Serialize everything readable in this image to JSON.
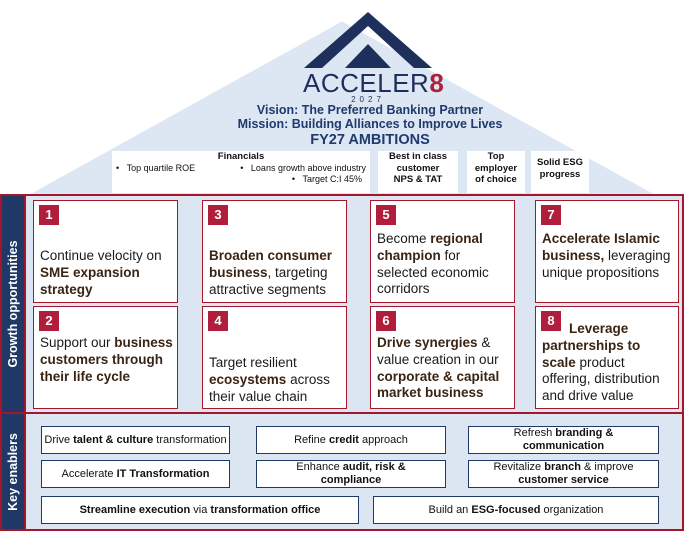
{
  "logo": {
    "word": "ACCELER",
    "digit": "8",
    "year": "2027"
  },
  "vision": "Vision: The Preferred Banking Partner",
  "mission": "Mission: Building Alliances to Improve Lives",
  "ambitions_title": "FY27 AMBITIONS",
  "ambitions": {
    "financials": {
      "title": "Financials",
      "items": [
        "Top quartile ROE",
        "Loans growth above industry",
        "Target C:I 45%"
      ]
    },
    "cx": {
      "line1": "Best in class",
      "line2": "customer",
      "line3": "NPS & TAT"
    },
    "employer": {
      "line1": "Top",
      "line2": "employer",
      "line3": "of choice"
    },
    "esg": {
      "line1": "Solid ESG",
      "line2": "progress"
    }
  },
  "sections": {
    "growth": "Growth opportunities",
    "enablers": "Key enablers"
  },
  "growth_cards": [
    {
      "num": "1",
      "a": "Continue velocity on ",
      "b": "SME expansion strategy",
      "c": ""
    },
    {
      "num": "3",
      "a": "",
      "b": "Broaden consumer business",
      "c": ", targeting attractive segments"
    },
    {
      "num": "5",
      "a": "Become ",
      "b": "regional champion",
      "c": " for selected economic corridors"
    },
    {
      "num": "7",
      "a": "",
      "b": "Accelerate Islamic business,",
      "c": " leveraging unique propositions"
    },
    {
      "num": "2",
      "a": "Support our ",
      "b": "business customers through their life cycle",
      "c": ""
    },
    {
      "num": "4",
      "a": "Target resilient ",
      "b": "ecosystems",
      "c": " across their value chain"
    },
    {
      "num": "6",
      "a": "",
      "b": "Drive synergies",
      "c": " & value creation in our ",
      "d": "corporate & capital market business"
    },
    {
      "num": "8",
      "a": "",
      "b": "Leverage partnerships to scale",
      "c": " product offering, distribution and drive value"
    }
  ],
  "enablers": [
    {
      "a": "Drive ",
      "b": "talent & culture",
      "c": " transformation"
    },
    {
      "a": "Refine ",
      "b": "credit",
      "c": " approach"
    },
    {
      "a": "Refresh ",
      "b": "branding & communication",
      "c": ""
    },
    {
      "a": "Accelerate ",
      "b": "IT Transformation",
      "c": ""
    },
    {
      "a": "Enhance ",
      "b": "audit, risk & compliance",
      "c": ""
    },
    {
      "a": "Revitalize ",
      "b": "branch",
      "c": " & improve ",
      "d": "customer service"
    },
    {
      "a": "",
      "b": "Streamline execution",
      "c": " via ",
      "d": "transformation office"
    },
    {
      "a": "Build an ",
      "b": "ESG-focused",
      "c": " organization"
    }
  ],
  "colors": {
    "navy": "#1f3866",
    "crimson": "#a3162c",
    "roof": "#dde7f3",
    "panel": "#dbe6f2"
  }
}
